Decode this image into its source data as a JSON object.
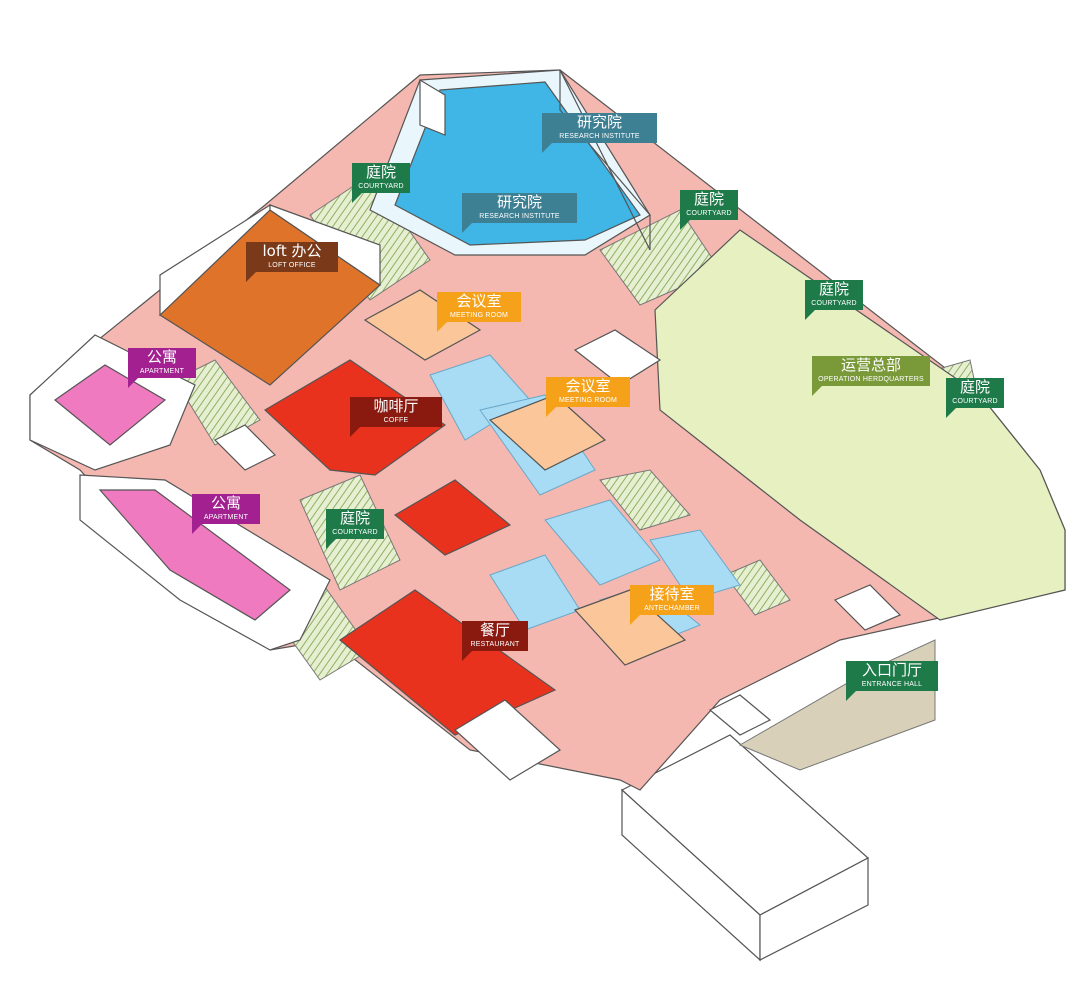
{
  "colors": {
    "circulation": "#f4b8b0",
    "water": "#a8dcf5",
    "research": "#3fb6e6",
    "loft": "#e0732a",
    "cafe": "#e8321e",
    "apartment": "#f07ac0",
    "meeting": "#fbc79a",
    "operations": "#e6f0c0",
    "courtyard": "#c9d9a6",
    "entrance": "#d8d0b8"
  },
  "labels": {
    "research_1": {
      "zh": "研究院",
      "en": "RESEARCH INSTITUTE"
    },
    "research_2": {
      "zh": "研究院",
      "en": "RESEARCH INSTITUTE"
    },
    "courtyard_1": {
      "zh": "庭院",
      "en": "COURTYARD"
    },
    "courtyard_2": {
      "zh": "庭院",
      "en": "COURTYARD"
    },
    "courtyard_3": {
      "zh": "庭院",
      "en": "COURTYARD"
    },
    "courtyard_4": {
      "zh": "庭院",
      "en": "COURTYARD"
    },
    "courtyard_5": {
      "zh": "庭院",
      "en": "COURTYARD"
    },
    "loft": {
      "zh": "loft 办公",
      "en": "LOFT OFFICE"
    },
    "meeting_1": {
      "zh": "会议室",
      "en": "MEETING ROOM"
    },
    "meeting_2": {
      "zh": "会议室",
      "en": "MEETING ROOM"
    },
    "apartment_1": {
      "zh": "公寓",
      "en": "APARTMENT"
    },
    "apartment_2": {
      "zh": "公寓",
      "en": "APARTMENT"
    },
    "coffee": {
      "zh": "咖啡厅",
      "en": "COFFE"
    },
    "operation": {
      "zh": "运营总部",
      "en": "OPERATION HERDQUARTERS"
    },
    "restaurant": {
      "zh": "餐厅",
      "en": "RESTAURANT"
    },
    "antechamber": {
      "zh": "接待室",
      "en": "ANTECHAMBER"
    },
    "entrance": {
      "zh": "入口门厅",
      "en": "ENTRANCE HALL"
    }
  }
}
